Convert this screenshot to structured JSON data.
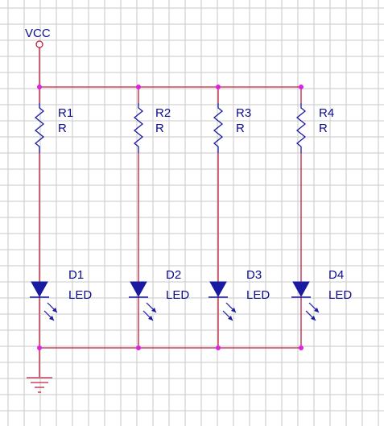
{
  "colors": {
    "background": "#ffffff",
    "grid": "#c9c9c9",
    "wire": "#c02040",
    "junction": "#e020e0",
    "component": "#1a1aa0",
    "led_fill": "#1a1aa0",
    "arrow": "#1a1aa0",
    "label": "#0b0b8c",
    "ground": "#c02040"
  },
  "power": {
    "label": "VCC",
    "icon": "power-terminal-circle-icon"
  },
  "ground": {
    "icon": "ground-symbol-icon"
  },
  "resistors": [
    {
      "ref": "R1",
      "value": "R"
    },
    {
      "ref": "R2",
      "value": "R"
    },
    {
      "ref": "R3",
      "value": "R"
    },
    {
      "ref": "R4",
      "value": "R"
    }
  ],
  "leds": [
    {
      "ref": "D1",
      "value": "LED"
    },
    {
      "ref": "D2",
      "value": "LED"
    },
    {
      "ref": "D3",
      "value": "LED"
    },
    {
      "ref": "D4",
      "value": "LED"
    }
  ]
}
